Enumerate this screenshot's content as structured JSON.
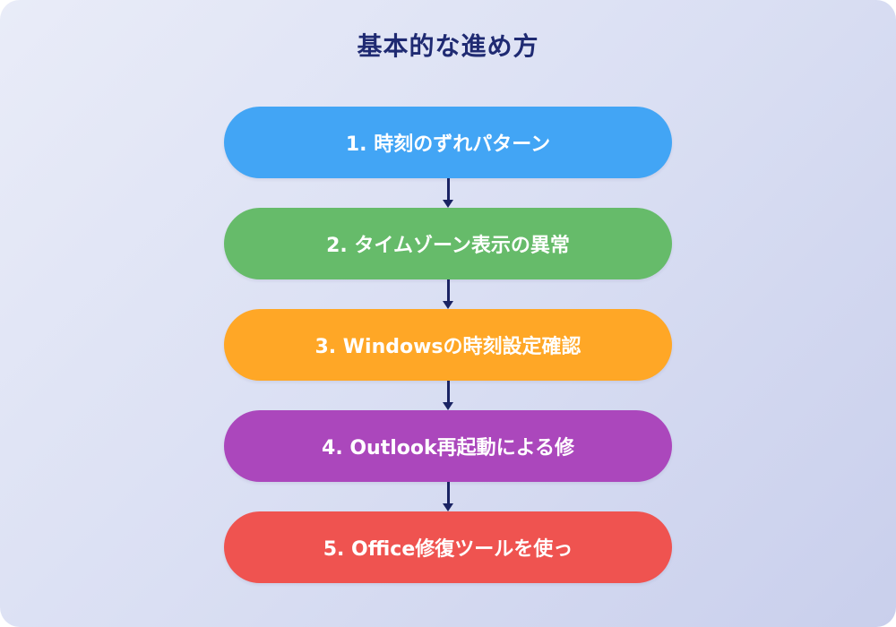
{
  "title": "基本的な進め方",
  "steps": [
    {
      "label": "1. 時刻のずれパターン",
      "color": "#42a5f5"
    },
    {
      "label": "2. タイムゾーン表示の異常",
      "color": "#66bb6a"
    },
    {
      "label": "3. Windowsの時刻設定確認",
      "color": "#ffa726"
    },
    {
      "label": "4. Outlook再起動による修",
      "color": "#ab47bc"
    },
    {
      "label": "5. Office修復ツールを使っ",
      "color": "#ef5350"
    }
  ],
  "connector_color": "#1a2363"
}
